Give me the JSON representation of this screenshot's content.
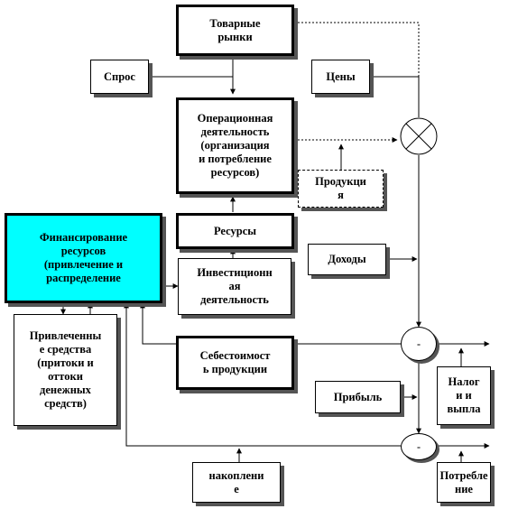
{
  "boxes": {
    "tovarnye_rynki": "Товарные\nрынки",
    "spros": "Спрос",
    "ceny": "Цены",
    "operacionnaya": "Операционная\nдеятельность\n(организация\nи потребление\nресурсов)",
    "produkciya": "Продукци\nя",
    "finansirovanie": "Финансирование\nресурсов\n(привлечение и\nраспределение",
    "resursy": "Ресурсы",
    "dohody": "Доходы",
    "investicionnaya": "Инвестиционн\nая\nдеятельность",
    "privlechennye": "Привлеченны\nе средства\n(притоки и\nоттоки\nденежных\nсредств)",
    "sebestoimost": "Себестоимост\nь продукции",
    "pribyl": "Прибыль",
    "nalogi": "Налог\nи и\nвыпла",
    "nakoplenie": "накоплени\nе",
    "potreblenie": "Потребле\nние"
  },
  "nodes": {
    "minus_1": "-",
    "minus_2": "-"
  }
}
